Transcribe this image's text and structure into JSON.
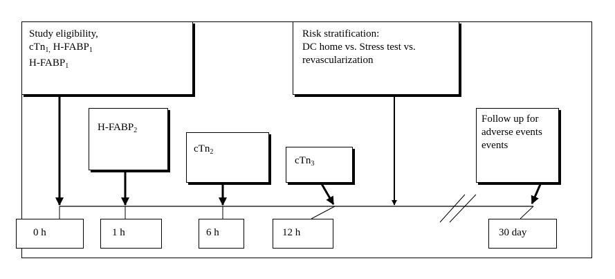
{
  "boxes": {
    "study": {
      "line1": "Study eligibility,",
      "cTn": "cTn",
      "cTn_sub": "1,",
      "hfabp_a": "H-FABP",
      "hfabp_a_sub": "1",
      "hfabp_b": "H-FABP",
      "hfabp_b_sub": "1"
    },
    "risk": {
      "line1": "Risk stratification:",
      "line2": "DC home vs. Stress test vs.",
      "line3": "revascularization"
    },
    "hfabp2": {
      "label": "H-FABP",
      "sub": "2"
    },
    "ctn2": {
      "label": "cTn",
      "sub": "2"
    },
    "ctn3": {
      "label": "cTn",
      "sub": "3"
    },
    "followup": {
      "line1": "Follow up for",
      "line2": "adverse events",
      "line3": "events"
    }
  },
  "timepoints": [
    "0 h",
    "1 h",
    "6 h",
    "12 h",
    "30 day"
  ]
}
